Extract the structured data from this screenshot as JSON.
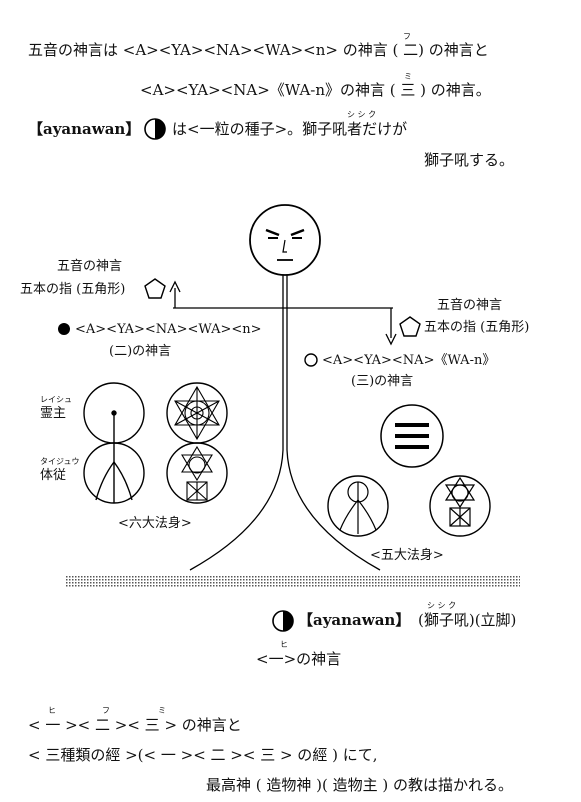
{
  "header": {
    "line1": "五音の神言は <A><YA><NA><WA><n> の神言 ( 二) の神言と",
    "line2": "<A><YA><NA>《WA-n》の神言 ( 三 ) の神言。",
    "line3_a": "【ayanawan】",
    "line3_b": "は<一粒の種子>。獅子吼者だけが",
    "line4": "獅子吼する。",
    "ruby_fu": "フ",
    "ruby_mi": "ミ",
    "ruby_shishiku": "シ シ ク"
  },
  "diagram": {
    "left_top_title": "五音の神言",
    "left_top_sub": "五本の指 (五角形)",
    "right_top_title": "五音の神言",
    "right_top_sub": "五本の指 (五角形)",
    "left_sequence": "<A><YA><NA><WA><n>",
    "left_sequence_sub": "(二)の神言",
    "right_sequence": "<A><YA><NA>《WA-n》",
    "right_sequence_sub": "(三)の神言",
    "reishu_ruby": "レイシュ",
    "reishu": "霊主",
    "taiju_ruby": "タイジュウ",
    "taiju": "体従",
    "rokudai": "<六大法身>",
    "godai": "<五大法身>",
    "bottom_label_a": "【ayanawan】",
    "bottom_label_b": "(獅子吼)(立脚)",
    "bottom_ruby": "シ シ ク",
    "hito_ruby": "ヒ",
    "hito": "<一>の神言"
  },
  "footer": {
    "line1": "< 一 >< 二 >< 三 > の神言と",
    "line2": "< 三種類の經 >(< 一 >< 二 >< 三 > の經 ) にて,",
    "line3": "最高神 ( 造物神 )( 造物主 ) の教は描かれる。",
    "ruby_hi": "ヒ",
    "ruby_fu": "フ",
    "ruby_mi": "ミ"
  }
}
